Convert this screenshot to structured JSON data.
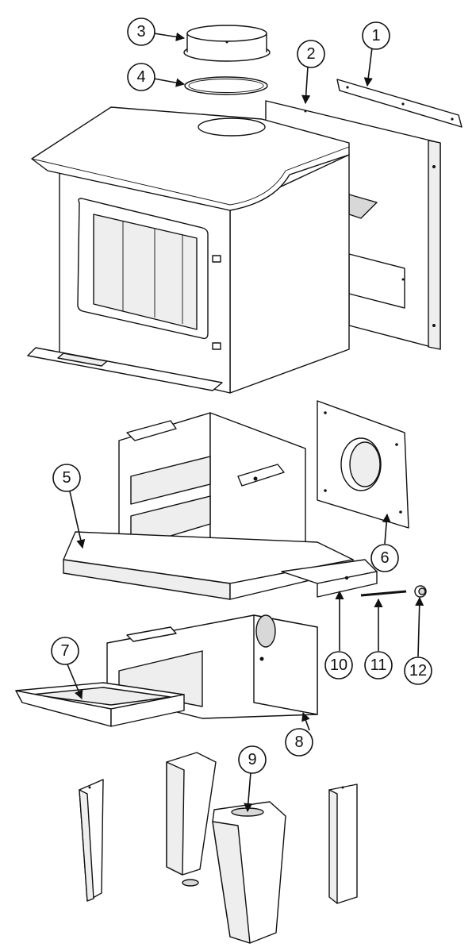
{
  "callouts": [
    {
      "label": "1"
    },
    {
      "label": "2"
    },
    {
      "label": "3"
    },
    {
      "label": "4"
    },
    {
      "label": "5"
    },
    {
      "label": "6"
    },
    {
      "label": "7"
    },
    {
      "label": "8"
    },
    {
      "label": "9"
    },
    {
      "label": "10"
    },
    {
      "label": "11"
    },
    {
      "label": "12"
    }
  ]
}
